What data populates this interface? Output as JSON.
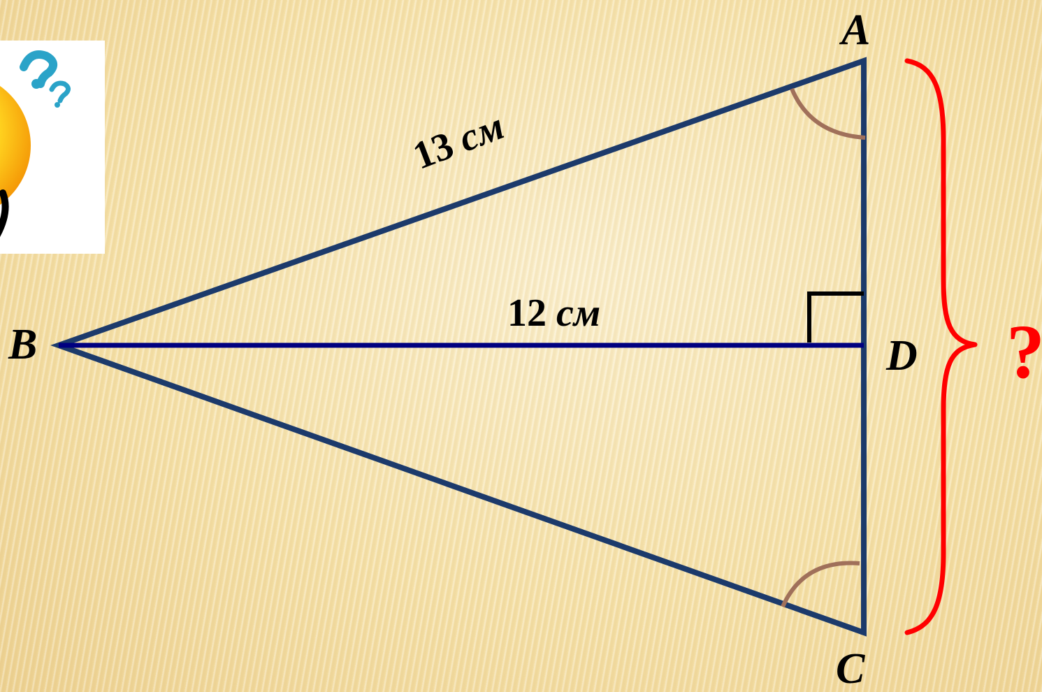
{
  "diagram": {
    "vertices": {
      "a": "A",
      "b": "B",
      "c": "C",
      "d": "D"
    },
    "side_ab_label": {
      "number": "13",
      "unit": "см"
    },
    "height_bd_label": {
      "number": "12",
      "unit": "см"
    },
    "unknown_side_mark": "?",
    "right_angle_at": "D"
  },
  "colors": {
    "triangle_stroke": "#1c3a6b",
    "height_stroke": "#000080",
    "angle_arc": "#a0705a",
    "brace_and_question": "#ff0000",
    "right_angle_mark": "#000000"
  },
  "icons": [
    "confused-smiley-icon",
    "question-marks-icon"
  ]
}
